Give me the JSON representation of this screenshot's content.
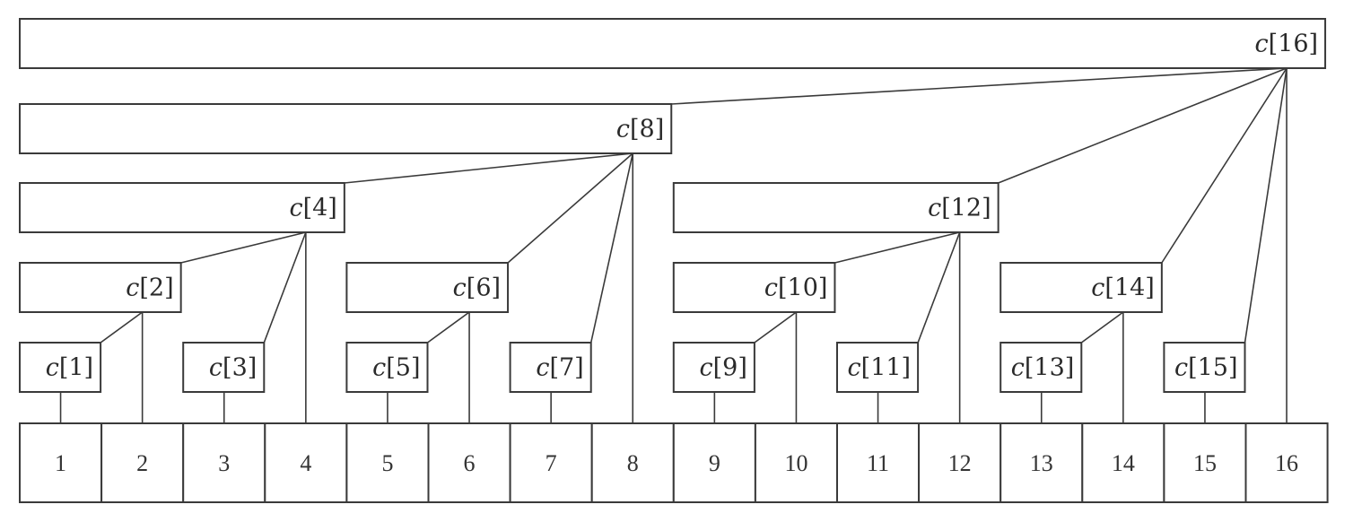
{
  "diagram": {
    "type": "binary-indexed-tree",
    "colors": {
      "stroke": "#3a3a3a",
      "text": "#2a2a2a",
      "background": "#ffffff"
    },
    "cells": [
      "1",
      "2",
      "3",
      "4",
      "5",
      "6",
      "7",
      "8",
      "9",
      "10",
      "11",
      "12",
      "13",
      "14",
      "15",
      "16"
    ],
    "nodes": [
      {
        "id": 1,
        "prefix": "c",
        "label": "[1]"
      },
      {
        "id": 2,
        "prefix": "c",
        "label": "[2]"
      },
      {
        "id": 3,
        "prefix": "c",
        "label": "[3]"
      },
      {
        "id": 4,
        "prefix": "c",
        "label": "[4]"
      },
      {
        "id": 5,
        "prefix": "c",
        "label": "[5]"
      },
      {
        "id": 6,
        "prefix": "c",
        "label": "[6]"
      },
      {
        "id": 7,
        "prefix": "c",
        "label": "[7]"
      },
      {
        "id": 8,
        "prefix": "c",
        "label": "[8]"
      },
      {
        "id": 9,
        "prefix": "c",
        "label": "[9]"
      },
      {
        "id": 10,
        "prefix": "c",
        "label": "[10]"
      },
      {
        "id": 11,
        "prefix": "c",
        "label": "[11]"
      },
      {
        "id": 12,
        "prefix": "c",
        "label": "[12]"
      },
      {
        "id": 13,
        "prefix": "c",
        "label": "[13]"
      },
      {
        "id": 14,
        "prefix": "c",
        "label": "[14]"
      },
      {
        "id": 15,
        "prefix": "c",
        "label": "[15]"
      },
      {
        "id": 16,
        "prefix": "c",
        "label": "[16]"
      }
    ],
    "edges": [
      {
        "from": 1,
        "to": 2
      },
      {
        "from": 2,
        "to": 4
      },
      {
        "from": 3,
        "to": 4
      },
      {
        "from": 4,
        "to": 8
      },
      {
        "from": 5,
        "to": 6
      },
      {
        "from": 6,
        "to": 8
      },
      {
        "from": 7,
        "to": 8
      },
      {
        "from": 8,
        "to": 16
      },
      {
        "from": 9,
        "to": 10
      },
      {
        "from": 10,
        "to": 12
      },
      {
        "from": 11,
        "to": 12
      },
      {
        "from": 12,
        "to": 16
      },
      {
        "from": 13,
        "to": 14
      },
      {
        "from": 14,
        "to": 16
      },
      {
        "from": 15,
        "to": 16
      }
    ]
  }
}
